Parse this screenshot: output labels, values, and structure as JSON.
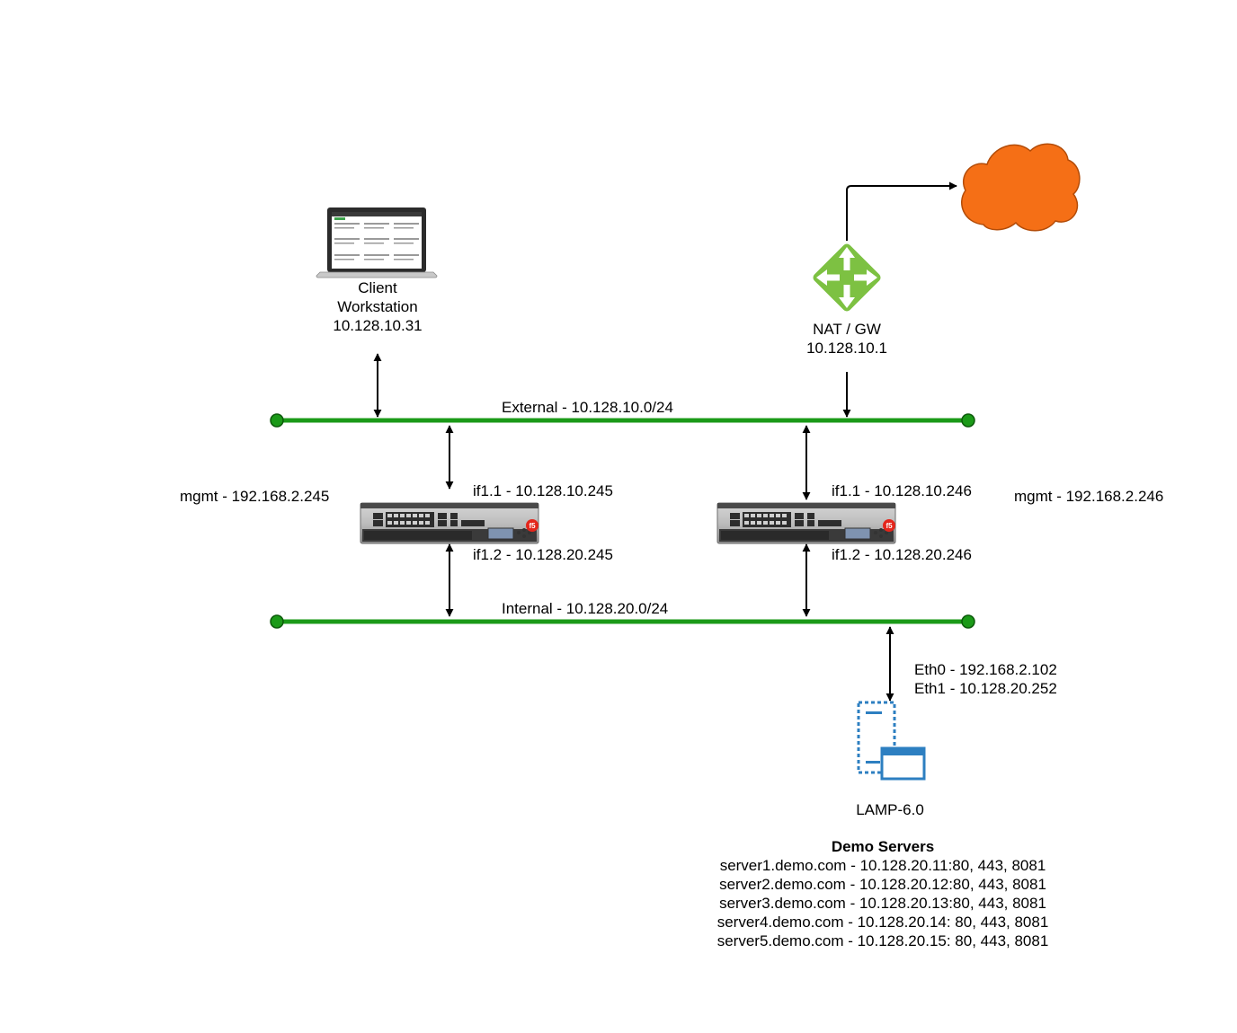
{
  "client": {
    "line1": "Client",
    "line2": "Workstation",
    "ip": "10.128.10.31",
    "icon": "laptop-icon"
  },
  "gateway": {
    "label": "NAT / GW",
    "ip": "10.128.10.1",
    "icon": "router-icon",
    "color": "#7dc142"
  },
  "internet": {
    "icon": "cloud-icon",
    "color": "#f56f16"
  },
  "networks": {
    "external": "External - 10.128.10.0/24",
    "internal": "Internal - 10.128.20.0/24",
    "line_color": "#1b9a18"
  },
  "bigip1": {
    "mgmt": "mgmt - 192.168.2.245",
    "if11": "if1.1 - 10.128.10.245",
    "if12": "if1.2 - 10.128.20.245",
    "icon": "f5-appliance-icon"
  },
  "bigip2": {
    "mgmt": "mgmt - 192.168.2.246",
    "if11": "if1.1 - 10.128.10.246",
    "if12": "if1.2 - 10.128.20.246",
    "icon": "f5-appliance-icon"
  },
  "lamp": {
    "eth0": "Eth0 - 192.168.2.102",
    "eth1": "Eth1 - 10.128.20.252",
    "name": "LAMP-6.0",
    "icon": "server-icon",
    "color": "#2d7fc1"
  },
  "demo_servers": {
    "title": "Demo Servers",
    "items": [
      "server1.demo.com - 10.128.20.11:80, 443, 8081",
      "server2.demo.com - 10.128.20.12:80, 443, 8081",
      "server3.demo.com - 10.128.20.13:80, 443, 8081",
      "server4.demo.com - 10.128.20.14: 80, 443, 8081",
      "server5.demo.com - 10.128.20.15: 80, 443, 8081"
    ]
  }
}
